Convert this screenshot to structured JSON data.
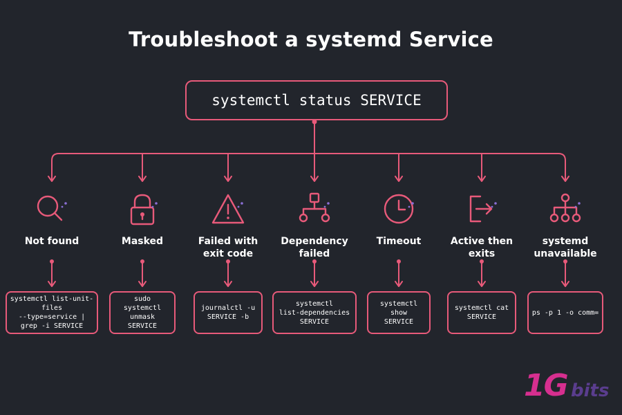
{
  "title": "Troubleshoot a systemd Service",
  "root_command": "systemctl status SERVICE",
  "accent_color": "#e85a7a",
  "dot_color": "#8b6fd6",
  "branches": [
    {
      "icon": "magnifier-icon",
      "label": "Not found",
      "command": "systemctl list-unit-files\n--type=service |\ngrep -i SERVICE"
    },
    {
      "icon": "padlock-icon",
      "label": "Masked",
      "command": "sudo systemctl\nunmask SERVICE"
    },
    {
      "icon": "warning-triangle-icon",
      "label": "Failed with\nexit code",
      "command": "journalctl -u\nSERVICE -b"
    },
    {
      "icon": "dependency-tree-icon",
      "label": "Dependency\nfailed",
      "command": "systemctl\nlist-dependencies\nSERVICE"
    },
    {
      "icon": "clock-icon",
      "label": "Timeout",
      "command": "systemctl show\nSERVICE"
    },
    {
      "icon": "exit-arrow-icon",
      "label": "Active then\nexits",
      "command": "systemctl cat\nSERVICE"
    },
    {
      "icon": "hierarchy-icon",
      "label": "systemd\nunavailable",
      "command": "ps -p 1 -o comm="
    }
  ],
  "logo": {
    "main": "1G",
    "sub": "bits"
  }
}
